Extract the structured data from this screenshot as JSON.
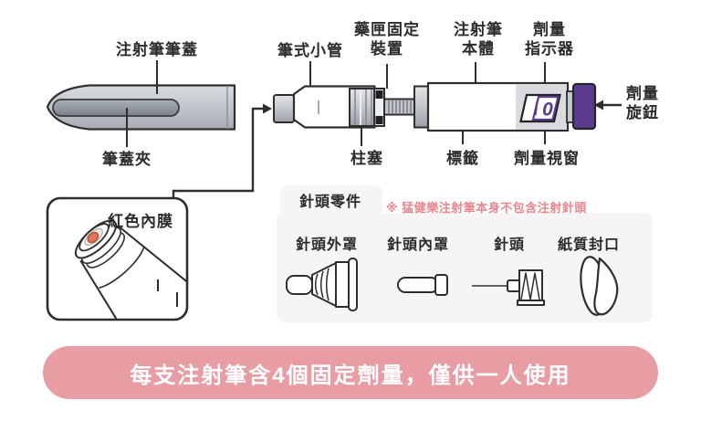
{
  "cap": {
    "label": "注射筆筆蓋",
    "clip_label": "筆蓋夾"
  },
  "pen": {
    "cartridge_label": "筆式小管",
    "cartridge_holder_label": "藥匣固定\n裝置",
    "body_label": "注射筆\n本體",
    "dose_indicator_label": "劑量\n指示器",
    "dose_knob_label": "劑量\n旋鈕",
    "plunger_label": "柱塞",
    "sticker_label": "標籤",
    "dose_window_label": "劑量視窗",
    "dose_window_value": "0"
  },
  "membrane_box": {
    "label": "紅色內膜"
  },
  "needle_section": {
    "title": "針頭零件",
    "note": "※ 猛健樂注射筆本身不包含注射針頭",
    "parts": [
      {
        "label": "針頭外罩"
      },
      {
        "label": "針頭內罩"
      },
      {
        "label": "針頭"
      },
      {
        "label": "紙質封口"
      }
    ]
  },
  "banner": {
    "text": "每支注射筆含4個固定劑量，僅供一人使用"
  },
  "colors": {
    "banner_pink": "#E89CA3",
    "note_pink": "#E8868E",
    "knob_purple": "#5B3B8C",
    "membrane_red": "#E2795E",
    "outline": "#2E2E30",
    "panel_gray": "#F6F4F4"
  }
}
